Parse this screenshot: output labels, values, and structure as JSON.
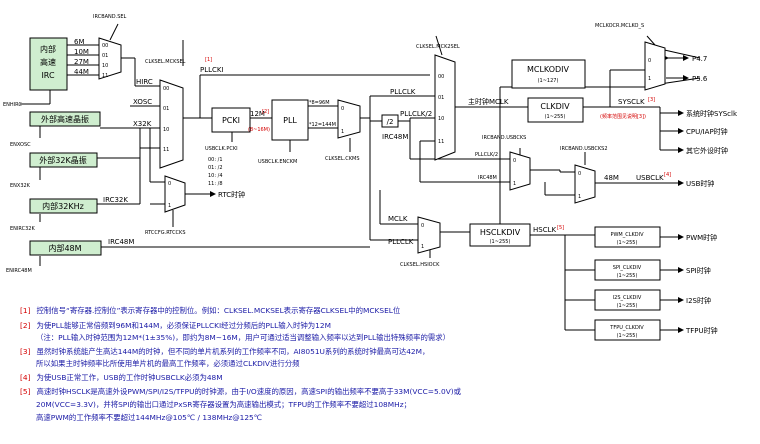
{
  "colors": {
    "green_fill": "#cfeecf",
    "line": "#000000",
    "note_text": "#1a1aa6",
    "marker": "#d40000"
  },
  "left": {
    "irc_block": "内部\n高速\nIRC",
    "irc_freqs": [
      "6M",
      "10M",
      "27M",
      "44M"
    ],
    "irc_mux_sel": [
      "00",
      "01",
      "10",
      "11"
    ],
    "ircband_sel": "IRCBAND.SEL",
    "enhirc": "ENHIRC",
    "ext_osc": "外部高速晶振",
    "enxosc": "ENXOSC",
    "xosc": "XOSC",
    "ext32k": "外部32K晶振",
    "enx32k": "ENX32K",
    "x32k": "X32K",
    "int32k": "内部32KHz",
    "enirc32k": "ENIRC32K",
    "irc32k": "IRC32K",
    "int48m": "内部48M",
    "enirc48m": "ENIRC48M",
    "irc48m": "IRC48M",
    "hirc": "HIRC"
  },
  "muxes": {
    "clksel_mcksel": "CLKSEL.MCKSEL",
    "clksel_mcksel_mark": "[1]",
    "main_sel": [
      "00",
      "01",
      "10",
      "11"
    ],
    "rtc_sel": [
      "0",
      "1"
    ],
    "rtc_label": "RTC时钟",
    "rtccfg": "RTCCFG.RTCCKS",
    "clksel_mck2sel": "CLKSEL.MCK2SEL",
    "mck2_sel": [
      "00",
      "01",
      "10",
      "11"
    ],
    "clksel_ckms": "CLKSEL.CKMS",
    "ckms_sel": [
      "0",
      "1"
    ],
    "ircband_usbcks": "IRCBAND.USBCKS",
    "ircband_usbcks2": "IRCBAND.USBCKS2",
    "usbcks_sel": [
      "0",
      "1"
    ],
    "usbcks2_sel": [
      "0",
      "1"
    ],
    "clksel_hsiock": "CLKSEL.HSIOCK",
    "hsiock_sel": [
      "0",
      "1"
    ],
    "mclkocr": "MCLKOCR.MCLKO_S",
    "mclko_sel": [
      "0",
      "1"
    ]
  },
  "pll": {
    "pllcki": "PLLCKI",
    "pcki": "PCKI",
    "in_label": "12M",
    "in_mark": "[2]",
    "in_range": "(8~16M)",
    "usbclk_pcki": "USBCLK.PCKI",
    "div_opts": [
      "00: /1",
      "01: /2",
      "10: /4",
      "11: /8"
    ],
    "pll": "PLL",
    "out96": "*8=96M",
    "out144": "*12=144M",
    "enckm": "USBCLK.ENCKM",
    "div2": "/2",
    "pllclk": "PLLCLK",
    "pllclk2": "PLLCLK/2"
  },
  "main": {
    "mclk": "主时钟MCLK",
    "clkdiv": "CLKDIV",
    "clkdiv_range": "(1~255)",
    "sysclk": "SYSCLK",
    "sysclk_mark": "[3]",
    "sysclk_note": "(频率范围见说明[3])",
    "mclkodiv": "MCLKODIV",
    "mclkodiv_range": "(1~127)",
    "p47": "P4.7",
    "p56": "P5.6",
    "out_sys": "系统时钟SYSclk",
    "out_cpu": "CPU/IAP时钟",
    "out_other": "其它外设时钟",
    "irc48m": "IRC48M",
    "f48m": "48M",
    "usbclk": "USBCLK",
    "usbclk_mark": "[4]",
    "out_usb": "USB时钟"
  },
  "hs": {
    "mclk": "MCLK",
    "pllclk": "PLLCLK",
    "hsclkdiv": "HSCLKDIV",
    "range": "(1~255)",
    "hsclk": "HSCLK",
    "hsclk_mark": "[5]",
    "divs": [
      {
        "name": "PWM_CLKDIV",
        "range": "(1~255)",
        "out": "PWM时钟"
      },
      {
        "name": "SPI_CLKDIV",
        "range": "(1~255)",
        "out": "SPI时钟"
      },
      {
        "name": "I2S_CLKDIV",
        "range": "(1~255)",
        "out": "I2S时钟"
      },
      {
        "name": "TFPU_CLKDIV",
        "range": "(1~255)",
        "out": "TFPU时钟"
      }
    ]
  },
  "notes": [
    {
      "mark": "[1]",
      "text": "控制信号“寄存器.控制位”表示寄存器中的控制位。例如：CLKSEL.MCKSEL表示寄存器CLKSEL中的MCKSEL位"
    },
    {
      "mark": "[2]",
      "text": "为使PLL能够正常倍频到96M和144M，必须保证PLLCKI经过分频后的PLL输入时钟为12M"
    },
    {
      "mark": "",
      "text": "（注：PLL输入时钟范围为12M*(1±35%)，即约为8M~16M，用户可通过适当调整输入频率以达到PLL输出特殊频率的需求）"
    },
    {
      "mark": "[3]",
      "text": "虽然时钟系统能产生高达144M的时钟，但不同的单片机系列的工作频率不同，AI8051U系列的系统时钟最高可达42M，"
    },
    {
      "mark": "",
      "text": "所以如果主时钟频率比所使用单片机的最高工作频率，必须通过CLKDIV进行分频"
    },
    {
      "mark": "[4]",
      "text": "为使USB正常工作，USB的工作时钟USBCLK必须为48M"
    },
    {
      "mark": "[5]",
      "text": "高速时钟HSCLK是高速外设PWM/SPI/I2S/TFPU的时钟源，由于I/O速度的原因，高速SPI的输出频率不要高于33M(VCC=5.0V)或"
    },
    {
      "mark": "",
      "text": "20M(VCC=3.3V)，并将SPI的输出口通过PxSR寄存器设置为高速输出模式；TFPU的工作频率不要超过108MHz；"
    },
    {
      "mark": "",
      "text": "高速PWM的工作频率不要超过144MHz@105℃ / 138MHz@125℃"
    }
  ]
}
